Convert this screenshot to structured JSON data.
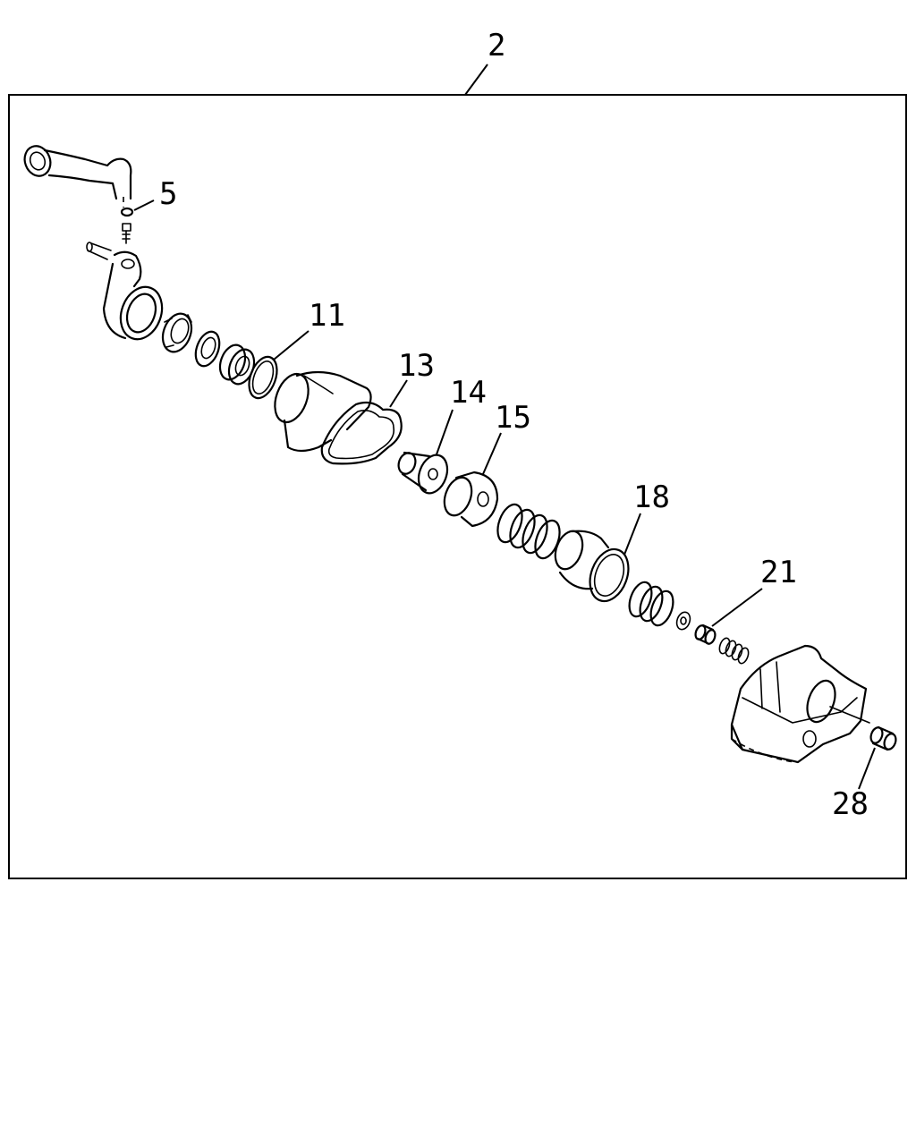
{
  "diagram": {
    "assembly_label": "2",
    "callouts": {
      "c5": "5",
      "c11": "11",
      "c13": "13",
      "c14": "14",
      "c15": "15",
      "c18": "18",
      "c21": "21",
      "c28": "28"
    }
  }
}
